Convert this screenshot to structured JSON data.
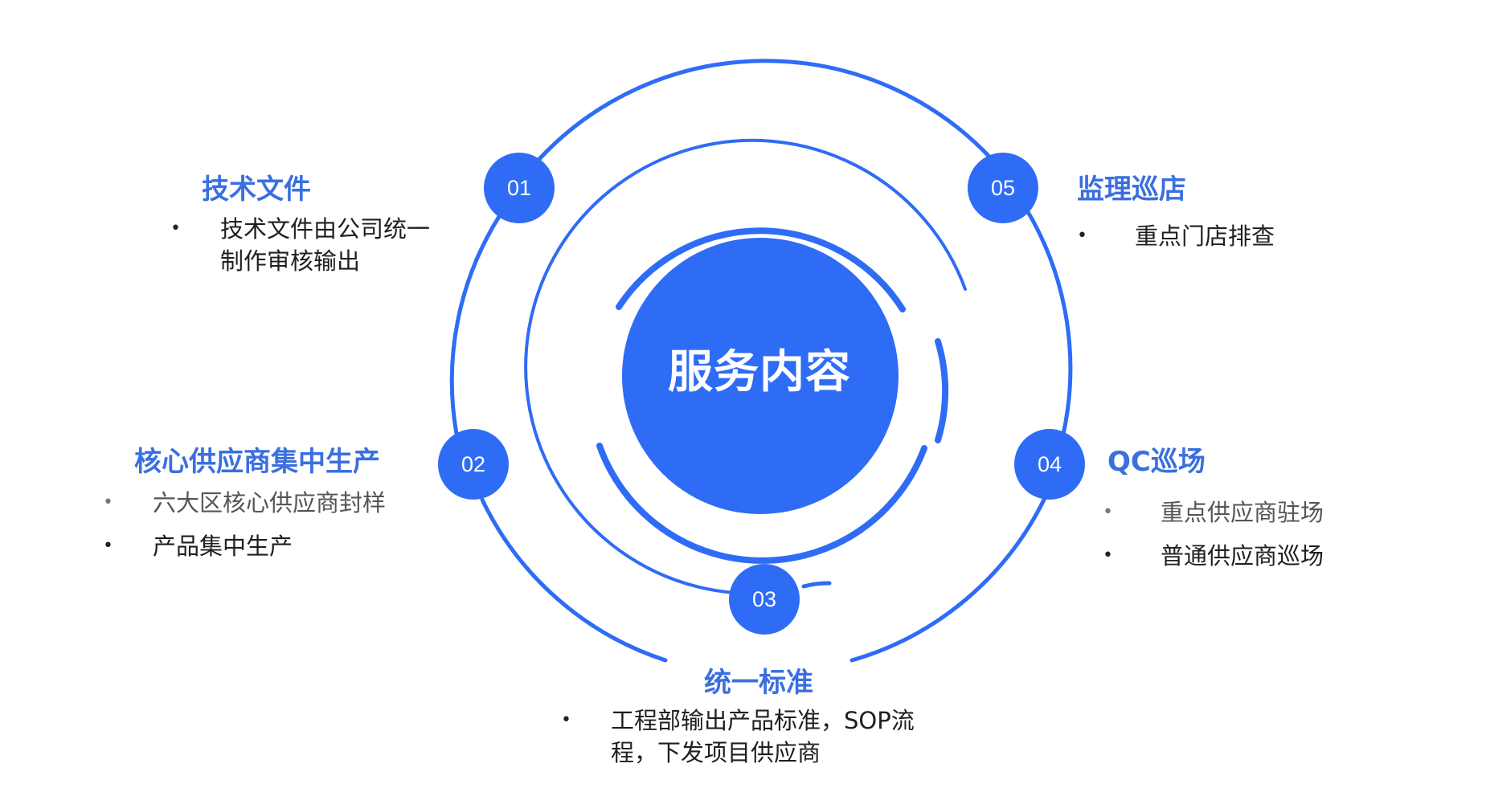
{
  "center": {
    "title": "服务内容",
    "color": "#2f6cf6"
  },
  "accent_color": "#3a6fe0",
  "sections": [
    {
      "number": "01",
      "title": "技术文件",
      "items": [
        "技术文件由公司统一制作审核输出"
      ]
    },
    {
      "number": "02",
      "title": "核心供应商集中生产",
      "items": [
        "六大区核心供应商封样",
        "产品集中生产"
      ]
    },
    {
      "number": "03",
      "title": "统一标准",
      "items": [
        "工程部输出产品标准，SOP流程，下发项目供应商"
      ]
    },
    {
      "number": "04",
      "title": "QC巡场",
      "items": [
        "重点供应商驻场",
        "普通供应商巡场"
      ]
    },
    {
      "number": "05",
      "title": "监理巡店",
      "items": [
        "重点门店排查"
      ]
    }
  ]
}
